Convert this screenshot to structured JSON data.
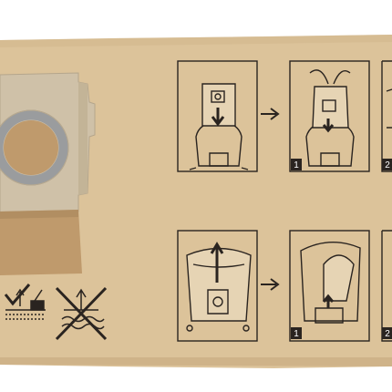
{
  "image": {
    "subject": "paper-dust-bag",
    "colors": {
      "background": "#ffffff",
      "paper": "#dcc39a",
      "paper_shadow": "#c9ad82",
      "ink": "#2a2420",
      "cardboard_flange": "#cfc1a8",
      "seal_ring": "#9a9c9e",
      "brown_flap": "#bf9a6c"
    }
  },
  "steps": {
    "top": [
      {
        "number": ""
      },
      {
        "number": "1"
      },
      {
        "number": "2"
      }
    ],
    "bottom": [
      {
        "number": ""
      },
      {
        "number": "1"
      },
      {
        "number": "2"
      }
    ]
  },
  "symbols": [
    {
      "icon": "suitable-dry-dust-check-icon"
    },
    {
      "icon": "not-suitable-wet-crossed-icon"
    }
  ]
}
